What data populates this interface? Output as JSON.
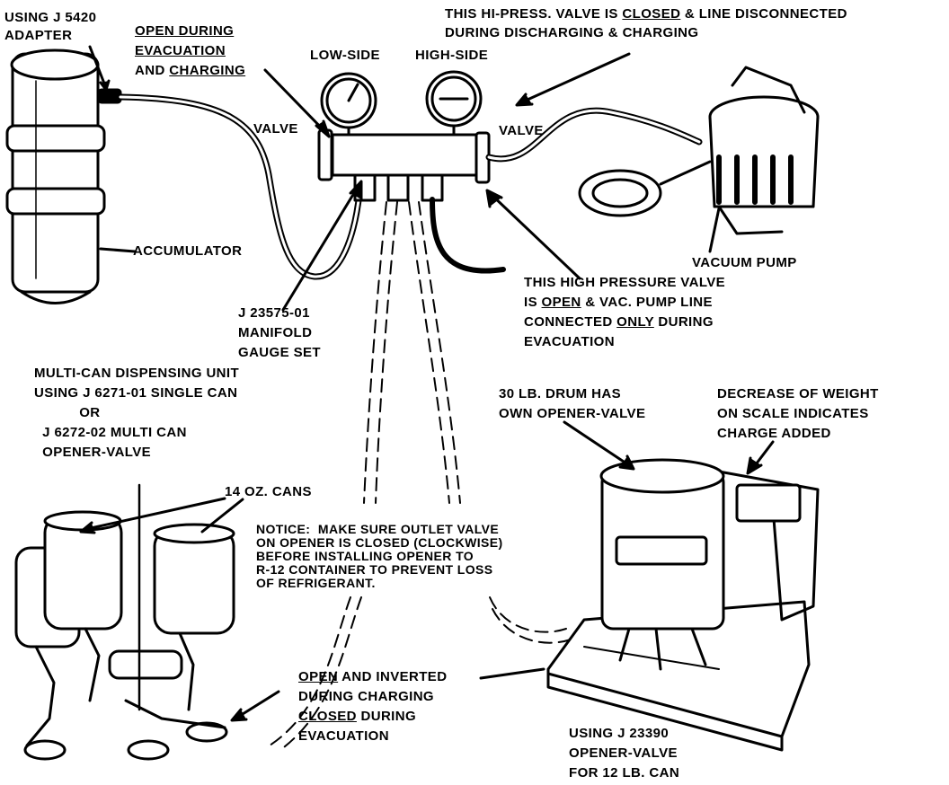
{
  "labels": {
    "adapter": "USING J 5420\nADAPTER",
    "open_evac_1": "OPEN DURING",
    "open_evac_2": "EVACUATION",
    "open_evac_3": "AND ",
    "open_evac_4": "CHARGING",
    "low_side": "LOW-SIDE",
    "high_side": "HIGH-SIDE",
    "hipress_1a": "THIS HI-PRESS. VALVE IS ",
    "hipress_1b": "CLOSED",
    "hipress_1c": " & LINE DISCONNECTED",
    "hipress_2": "DURING DISCHARGING & CHARGING",
    "valve_left": "VALVE",
    "valve_right": "VALVE",
    "accumulator": "ACCUMULATOR",
    "vacuum_pump": "VACUUM PUMP",
    "hp_open_1": "THIS HIGH PRESSURE VALVE",
    "hp_open_2a": "IS ",
    "hp_open_2b": "OPEN",
    "hp_open_2c": " & VAC. PUMP LINE",
    "hp_open_3a": "CONNECTED ",
    "hp_open_3b": "ONLY",
    "hp_open_3c": " DURING",
    "hp_open_4": "EVACUATION",
    "manifold": "J 23575-01\nMANIFOLD\nGAUGE SET",
    "multican": "MULTI-CAN DISPENSING UNIT\nUSING J 6271-01 SINGLE CAN\n           OR\n  J 6272-02 MULTI CAN\n  OPENER-VALVE",
    "drum": "30 LB. DRUM HAS\nOWN OPENER-VALVE",
    "scale": "DECREASE OF WEIGHT\nON SCALE INDICATES\nCHARGE ADDED",
    "cans": "14 OZ. CANS",
    "notice": "NOTICE:  MAKE SURE OUTLET VALVE\nON OPENER IS CLOSED (CLOCKWISE)\nBEFORE INSTALLING OPENER TO\nR-12 CONTAINER TO PREVENT LOSS\nOF REFRIGERANT.",
    "inverted_1a": "OPEN",
    "inverted_1b": " AND INVERTED",
    "inverted_2": "DURING CHARGING",
    "inverted_3a": "CLOSED",
    "inverted_3b": " DURING",
    "inverted_4": "EVACUATION",
    "j23390": "USING J 23390\nOPENER-VALVE\nFOR 12 LB. CAN"
  }
}
